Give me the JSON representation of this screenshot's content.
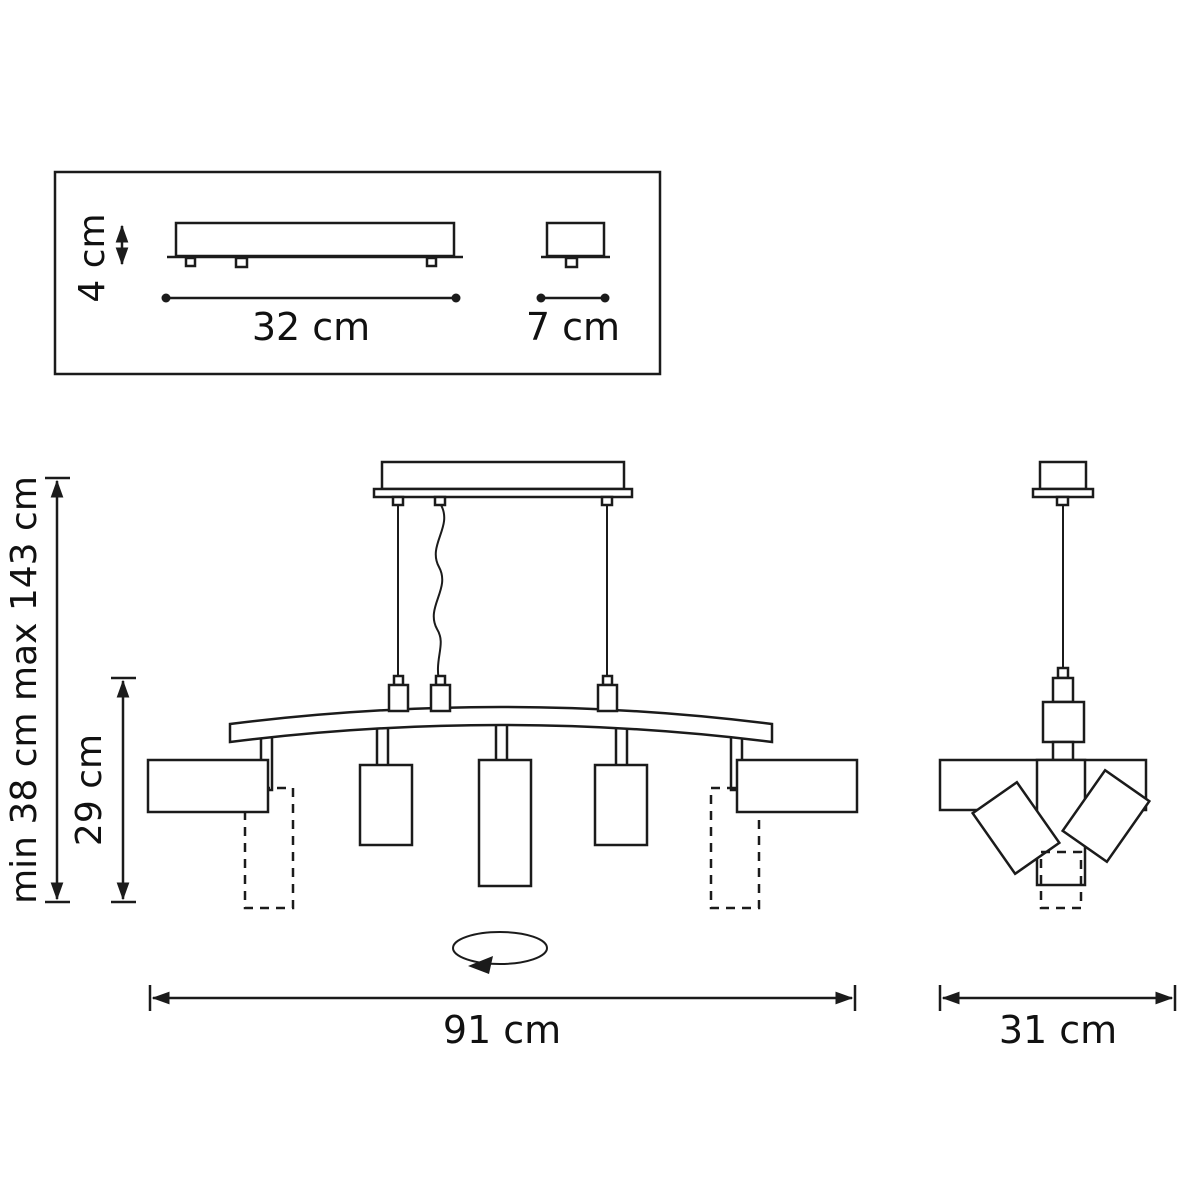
{
  "diagram": {
    "type": "technical-dimension-drawing",
    "subject": "five-light pendant fixture with rotatable spot heads",
    "line_color": "#1b1b1b",
    "background": "#ffffff",
    "labels": {
      "canopy_height": "4 cm",
      "canopy_length": "32 cm",
      "canopy_depth": "7 cm",
      "suspension_height": "min 38 cm max 143 cm",
      "body_height": "29 cm",
      "overall_width": "91 cm",
      "overall_depth": "31 cm"
    }
  }
}
